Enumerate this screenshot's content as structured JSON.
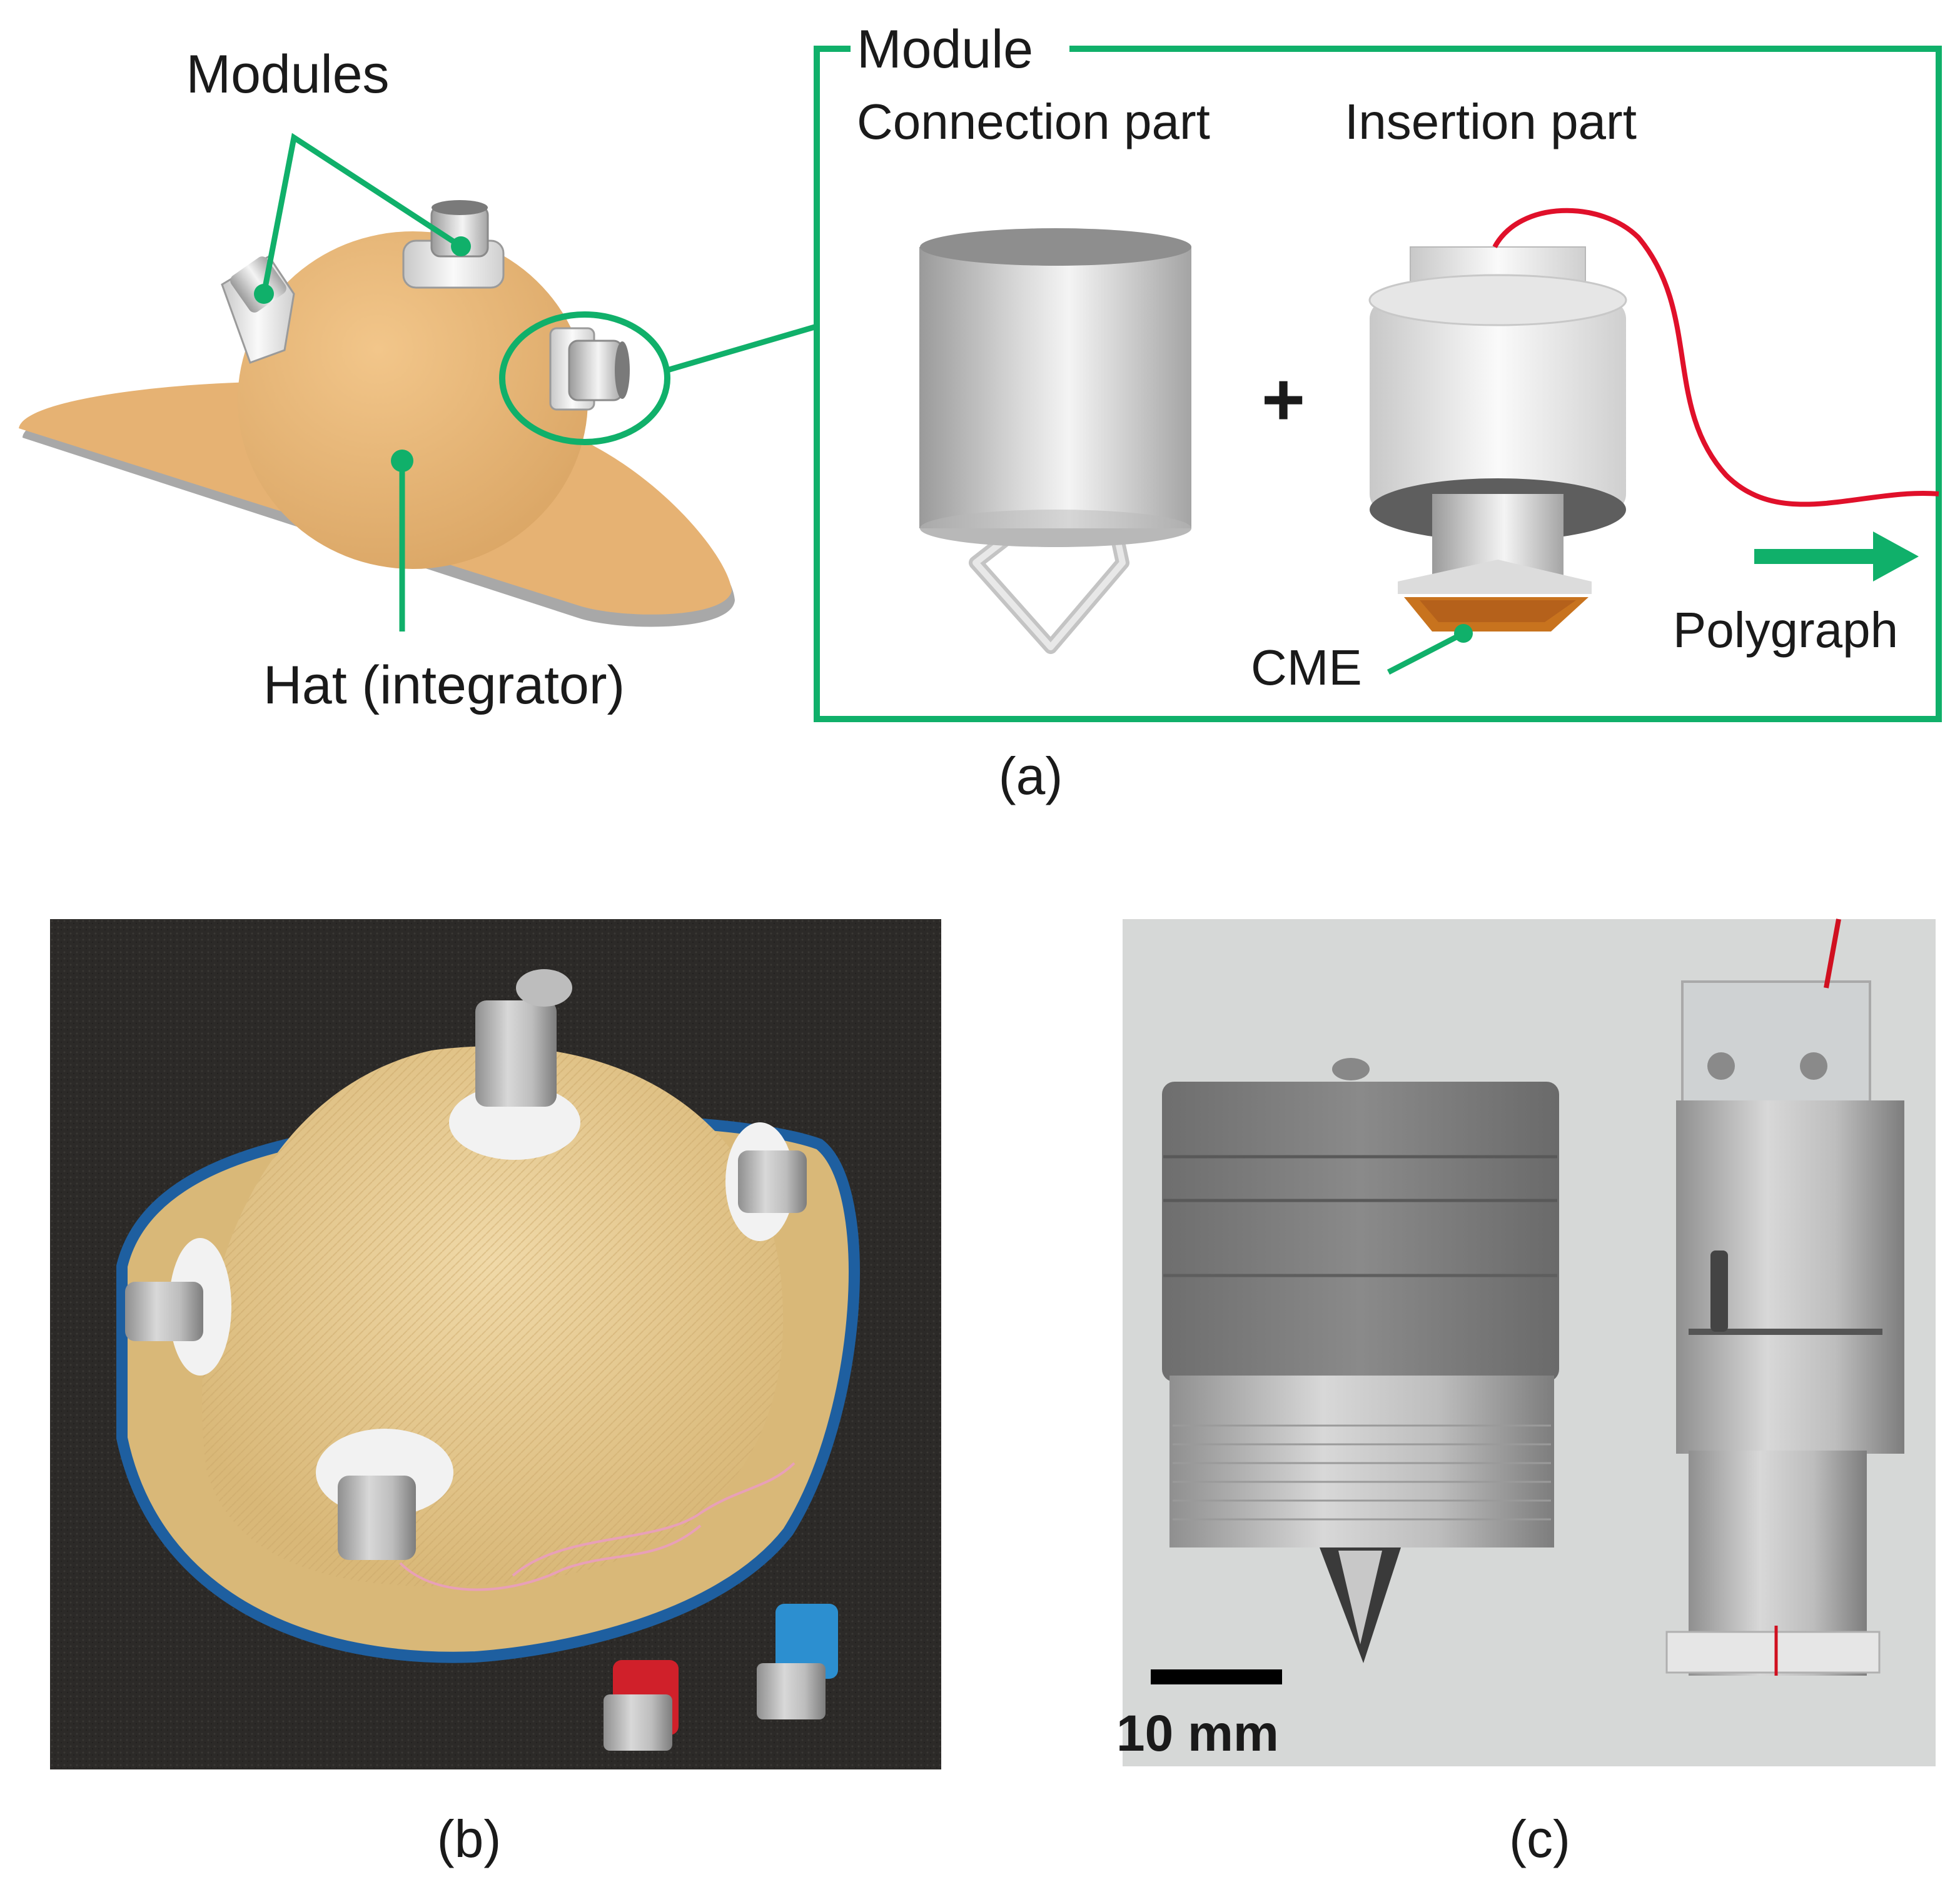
{
  "panel_a": {
    "labels": {
      "modules": "Modules",
      "hat": "Hat (integrator)",
      "module_title": "Module",
      "connection_part": "Connection part",
      "insertion_part": "Insertion part",
      "plus": "+",
      "cme": "CME",
      "polygraph": "Polygraph"
    },
    "caption": "(a)"
  },
  "panel_b": {
    "caption": "(b)"
  },
  "panel_c": {
    "caption": "(c)",
    "scale_bar_label": "10 mm"
  },
  "colors": {
    "accent_green": "#10b06a",
    "hat_tan": "#e8b677",
    "wire_red": "#e0102a",
    "cme_orange": "#c8731e"
  }
}
